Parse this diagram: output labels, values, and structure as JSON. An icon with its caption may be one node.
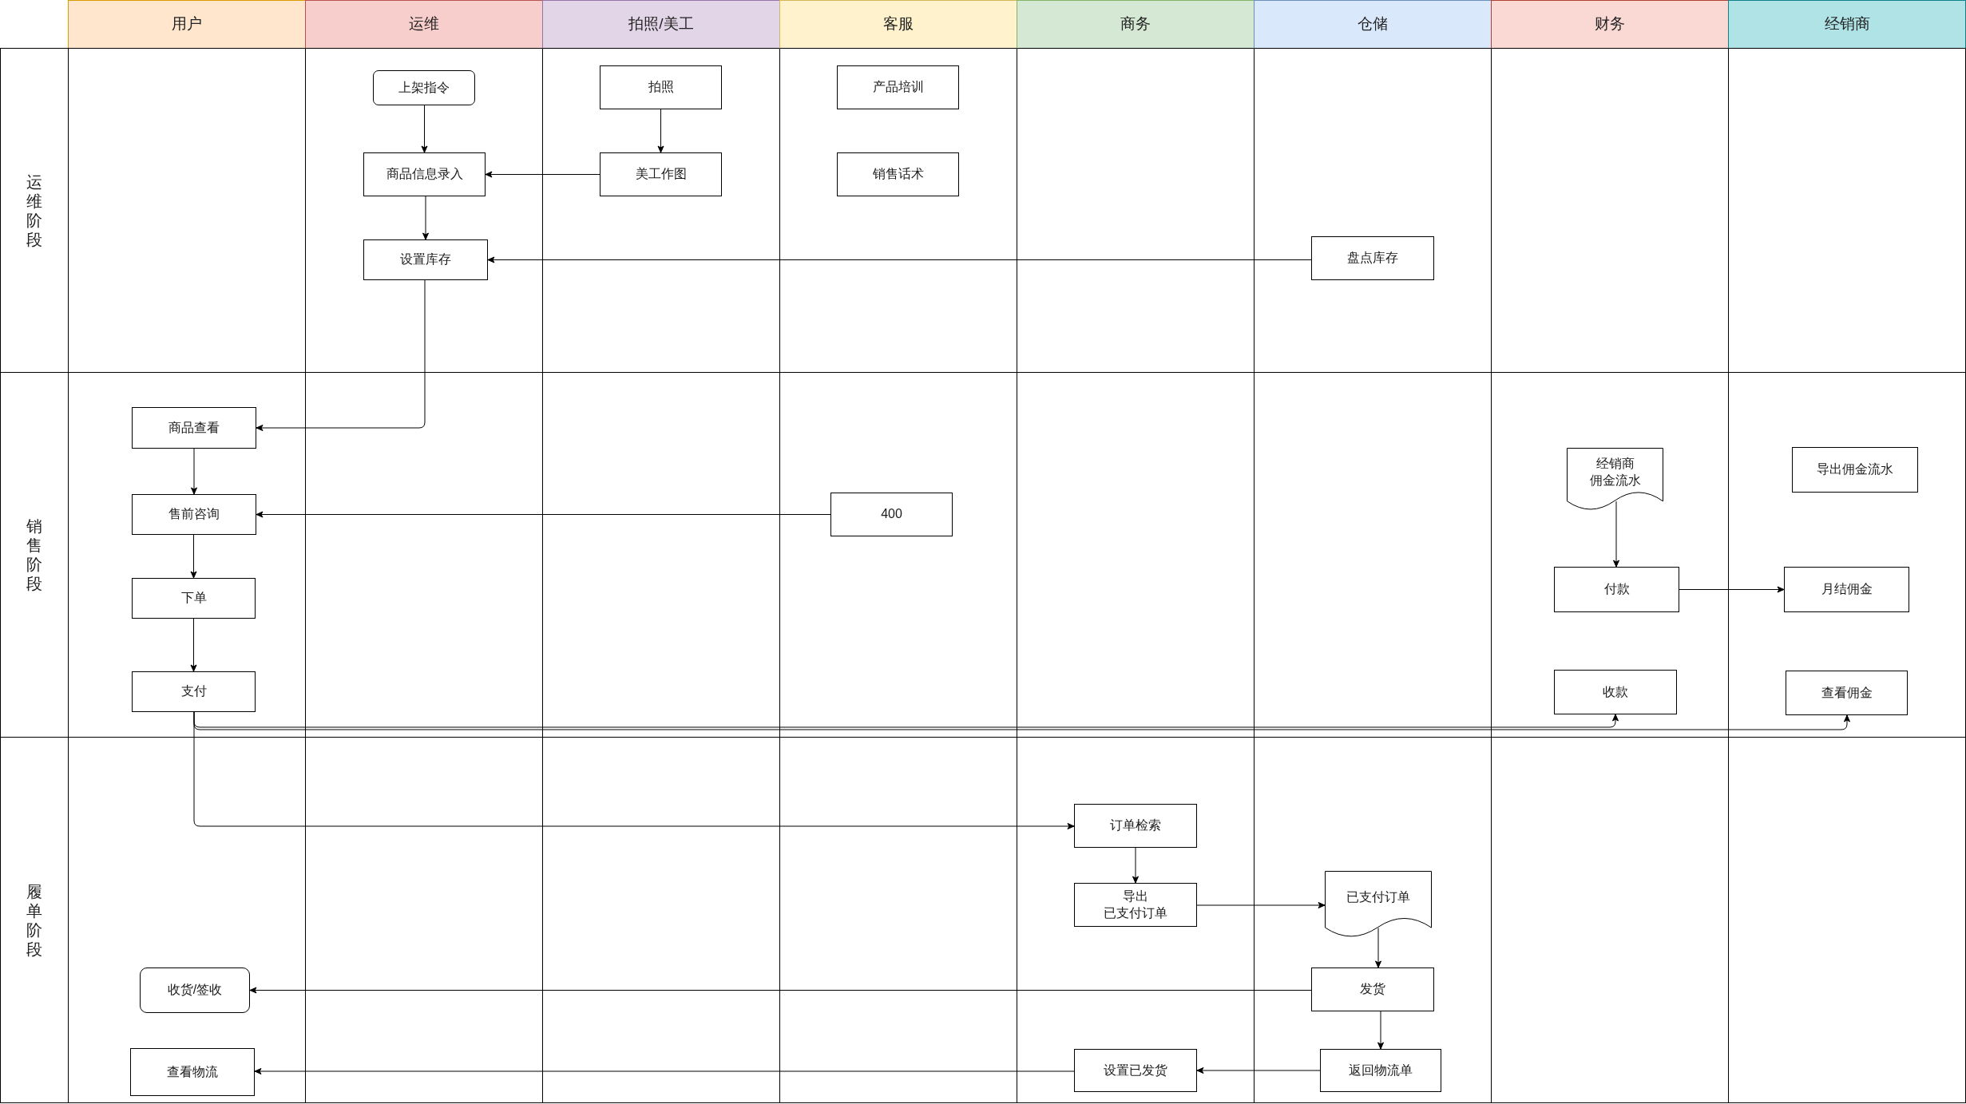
{
  "diagram": {
    "nodes": [
      {
        "text": [
          "用户"
        ]
      },
      {
        "text": [
          "运维"
        ]
      },
      {
        "text": [
          "拍照/美工"
        ]
      },
      {
        "text": [
          "客服"
        ]
      },
      {
        "text": [
          "商务"
        ]
      },
      {
        "text": [
          "仓储"
        ]
      },
      {
        "text": [
          "财务"
        ]
      },
      {
        "text": [
          "经销商"
        ]
      },
      {
        "text": [
          "运维阶段"
        ]
      },
      {
        "text": [
          "上架指令"
        ]
      },
      {
        "text": [
          "拍照"
        ]
      },
      {
        "text": [
          "产品培训"
        ]
      },
      {
        "text": [
          "商品信息录入"
        ]
      },
      {
        "text": [
          "美工作图"
        ]
      },
      {
        "text": [
          "销售话术"
        ]
      },
      {
        "text": [
          "设置库存"
        ]
      },
      {
        "text": [
          "盘点库存"
        ]
      },
      {
        "text": [
          "销售阶段"
        ]
      },
      {
        "text": [
          "商品查看"
        ]
      },
      {
        "text": [
          "经销商佣金流水"
        ]
      },
      {
        "text": [
          "导出佣金流水"
        ]
      },
      {
        "text": [
          "售前咨询"
        ]
      },
      {
        "text": [
          "400"
        ]
      },
      {
        "text": [
          "下单"
        ]
      },
      {
        "text": [
          "付款"
        ]
      },
      {
        "text": [
          "月结佣金"
        ]
      },
      {
        "text": [
          "支付"
        ]
      },
      {
        "text": [
          "收款"
        ]
      },
      {
        "text": [
          "查看佣金"
        ]
      },
      {
        "text": [
          "履单阶段"
        ]
      },
      {
        "text": [
          "订单检索"
        ]
      },
      {
        "text": [
          "导出已支付订单"
        ]
      },
      {
        "text": [
          "已支付订单"
        ]
      },
      {
        "text": [
          "收货/签收"
        ]
      },
      {
        "text": [
          "发货"
        ]
      },
      {
        "text": [
          "查看物流"
        ]
      },
      {
        "text": [
          "设置已发货"
        ]
      },
      {
        "text": [
          "返回物流单"
        ]
      }
    ],
    "edges": [
      {
        "from": 9,
        "to": 12,
        "arrow": "to"
      },
      {
        "from": 10,
        "to": 13,
        "arrow": "to"
      },
      {
        "from": 13,
        "to": 12,
        "arrow": "to"
      },
      {
        "from": 12,
        "to": 15,
        "arrow": "to"
      },
      {
        "from": 16,
        "to": 15,
        "arrow": "to"
      },
      {
        "from": 15,
        "to": 18,
        "arrow": "to"
      },
      {
        "from": 18,
        "to": 21,
        "arrow": "to"
      },
      {
        "from": 22,
        "to": 21,
        "arrow": "to"
      },
      {
        "from": 21,
        "to": 23,
        "arrow": "to"
      },
      {
        "from": 23,
        "to": 26,
        "arrow": "to"
      },
      {
        "from": 26,
        "to": 27,
        "arrow": "to"
      },
      {
        "from": 26,
        "to": 28,
        "arrow": "to"
      },
      {
        "from": 26,
        "to": 30,
        "arrow": "to"
      },
      {
        "from": 30,
        "to": 31,
        "arrow": "to"
      },
      {
        "from": 31,
        "to": 32,
        "arrow": "to"
      },
      {
        "from": 32,
        "to": 34,
        "arrow": "to"
      },
      {
        "from": 34,
        "to": 33,
        "arrow": "to"
      },
      {
        "from": 34,
        "to": 37,
        "arrow": "to"
      },
      {
        "from": 37,
        "to": 36,
        "arrow": "to"
      },
      {
        "from": 36,
        "to": 35,
        "arrow": "to"
      },
      {
        "from": 19,
        "to": 24,
        "arrow": "to"
      },
      {
        "from": 24,
        "to": 25,
        "arrow": "to"
      }
    ]
  }
}
